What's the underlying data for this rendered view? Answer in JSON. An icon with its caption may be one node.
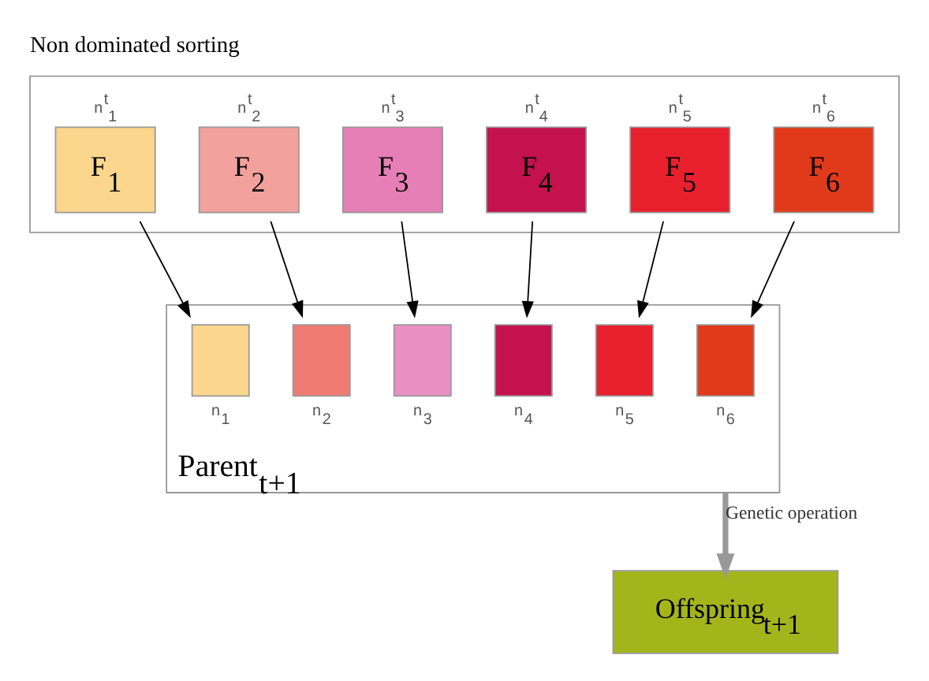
{
  "diagram": {
    "title": "Non dominated sorting",
    "nodes": [
      {
        "text": [],
        "shape": "box"
      },
      {
        "text": [
          "F$_{1}$"
        ],
        "in": 0,
        "beside": [
          "n$^{t}$$_{1}$"
        ]
      },
      {
        "text": [
          "F$_{2}$"
        ],
        "in": 0,
        "beside": [
          "n$^{t}$$_{2}$"
        ]
      },
      {
        "text": [
          "F$_{3}$"
        ],
        "in": 0,
        "beside": [
          "n$^{t}$$_{3}$"
        ]
      },
      {
        "text": [
          "F$_{4}$"
        ],
        "in": 0,
        "beside": [
          "n$^{t}$$_{4}$"
        ]
      },
      {
        "text": [
          "F$_{5}$"
        ],
        "in": 0,
        "beside": [
          "n$^{t}$$_{5}$"
        ]
      },
      {
        "text": [
          "F$_{6}$"
        ],
        "in": 0,
        "beside": [
          "n$^{t}$$_{6}$"
        ]
      },
      {
        "text": [
          "Parent$_{t+1}$"
        ]
      },
      {
        "text": [],
        "shape": "box",
        "in": 7,
        "beside": [
          "n$_{1}$"
        ]
      },
      {
        "text": [],
        "shape": "box",
        "in": 7,
        "beside": [
          "n$_{2}$"
        ]
      },
      {
        "text": [],
        "shape": "box",
        "in": 7,
        "beside": [
          "n$_{3}$"
        ]
      },
      {
        "text": [],
        "shape": "box",
        "in": 7,
        "beside": [
          "n$_{4}$"
        ]
      },
      {
        "text": [],
        "shape": "box",
        "in": 7,
        "beside": [
          "n$_{5}$"
        ]
      },
      {
        "text": [],
        "shape": "box",
        "in": 7,
        "beside": [
          "n$_{6}$"
        ]
      },
      {
        "text": [
          "Offspring$_{t+1}$"
        ]
      }
    ],
    "edges": [
      {
        "from": 1,
        "to": 8,
        "arrow": "to"
      },
      {
        "from": 2,
        "to": 9,
        "arrow": "to"
      },
      {
        "from": 3,
        "to": 10,
        "arrow": "to"
      },
      {
        "from": 4,
        "to": 11,
        "arrow": "to"
      },
      {
        "from": 5,
        "to": 12,
        "arrow": "to"
      },
      {
        "from": 6,
        "to": 13,
        "arrow": "to"
      },
      {
        "from": 7,
        "to": 14,
        "arrow": "to",
        "label": "Genetic operation",
        "style": "thick",
        "color": "#999999"
      }
    ]
  }
}
